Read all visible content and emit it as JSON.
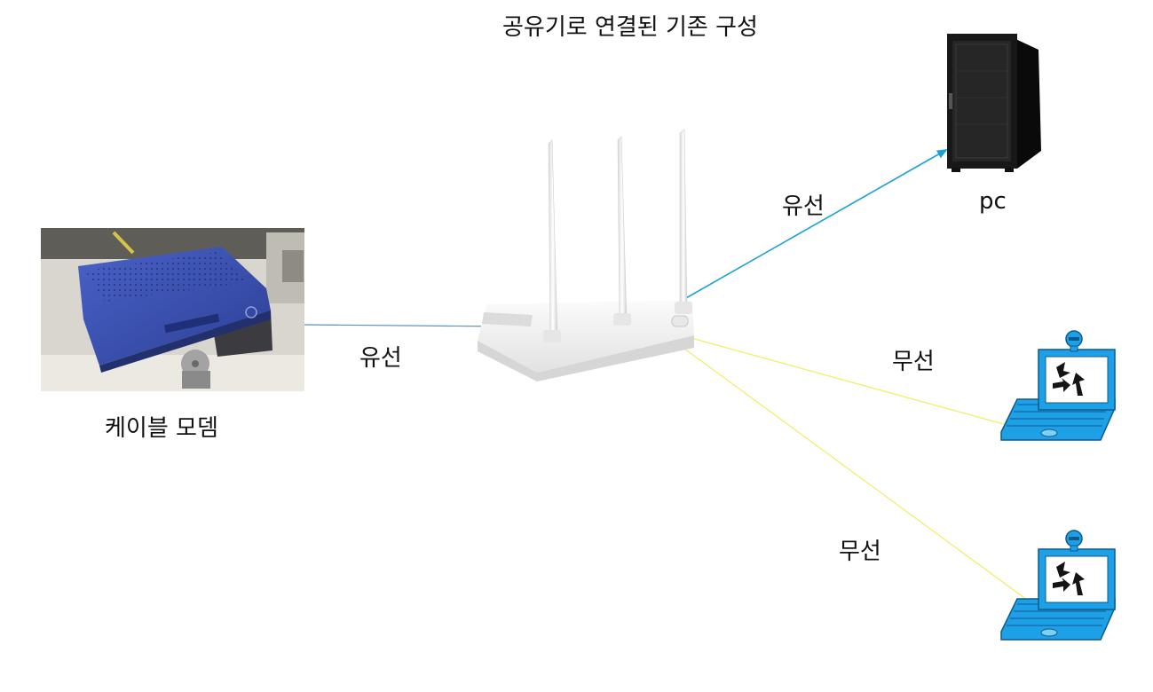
{
  "title": "공유기로 연결된 기존 구성",
  "nodes": {
    "modem": {
      "label": "케이블 모뎀",
      "color": "#3a4fb0"
    },
    "router": {
      "label": ""
    },
    "pc": {
      "label": "pc"
    },
    "laptop_1": {
      "label": ""
    },
    "laptop_2": {
      "label": ""
    }
  },
  "links": {
    "modem_router": {
      "label": "유선",
      "color": "#5b8fc7"
    },
    "router_pc": {
      "label": "유선",
      "color": "#1aa0d8"
    },
    "router_laptop_1": {
      "label": "무선",
      "color": "#f2ee6a"
    },
    "router_laptop_2": {
      "label": "무선",
      "color": "#f2ee6a"
    }
  },
  "colors": {
    "laptop": "#1ea0e6",
    "server": "#161616"
  }
}
